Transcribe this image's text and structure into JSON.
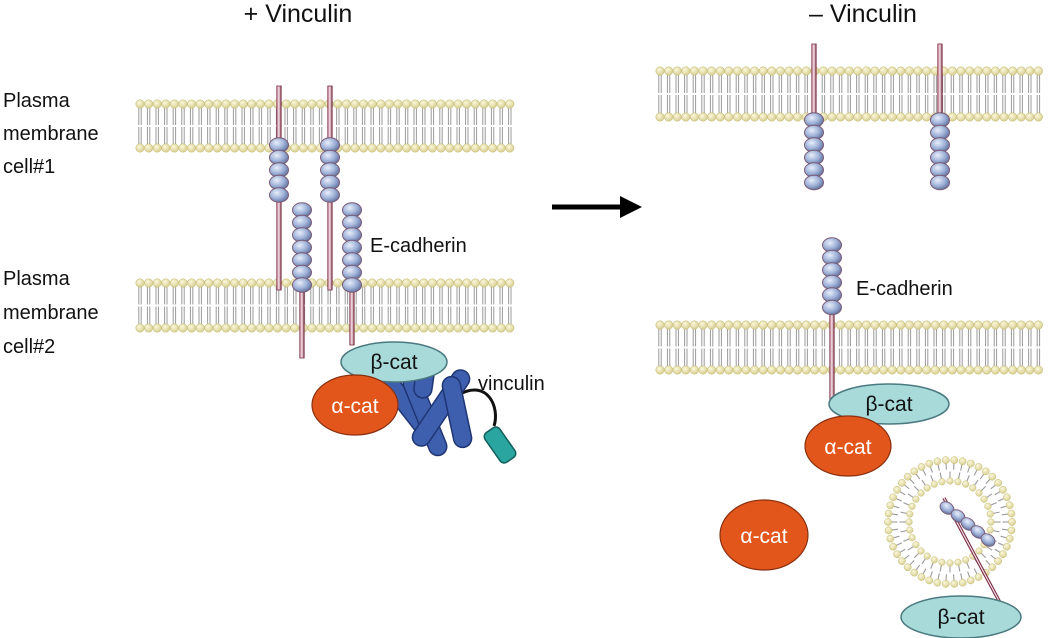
{
  "panels": {
    "left": {
      "title": "+ Vinculin",
      "membrane1_label": [
        "Plasma",
        "membrane",
        "cell#1"
      ],
      "membrane2_label": [
        "Plasma",
        "membrane",
        "cell#2"
      ],
      "ecadherin_label": "E-cadherin",
      "beta_cat": "β-cat",
      "alpha_cat": "α-cat",
      "vinculin_label": "vinculin"
    },
    "right": {
      "title": "– Vinculin",
      "ecadherin_label": "E-cadherin",
      "beta_cat_bound": "β-cat",
      "alpha_cat_bound": "α-cat",
      "alpha_cat_free": "α-cat",
      "beta_cat_vesicle": "β-cat"
    }
  },
  "colors": {
    "lipid_head": "#ece4a6",
    "lipid_head_stroke": "#c8bf7a",
    "lipid_tail": "#9a9a9a",
    "cadherin_bead": "#9fb2d8",
    "cadherin_bead_stroke": "#7a5a74",
    "cadherin_rod": "#7a2e44",
    "beta_cat": "#a8dada",
    "alpha_cat": "#e2561c",
    "vinculin": "#3e5fae",
    "vinculin_tail": "#2aa5a0",
    "arrow": "#000000"
  },
  "icons": {
    "transition_arrow": "arrow-right-icon"
  }
}
